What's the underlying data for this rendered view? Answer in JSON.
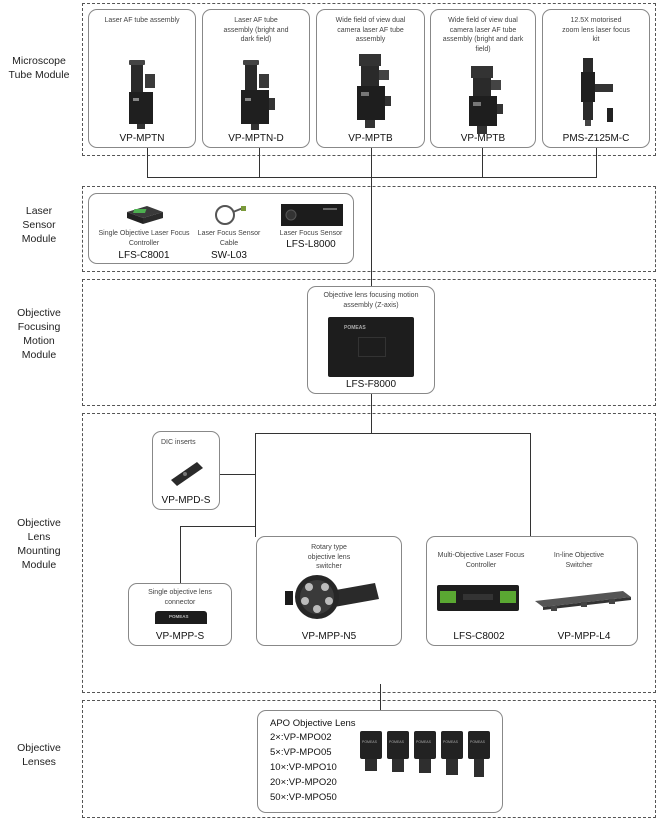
{
  "modules": [
    {
      "id": "tube",
      "label": "Microscope Tube Module"
    },
    {
      "id": "laser",
      "label": "Laser Sensor Module"
    },
    {
      "id": "focus",
      "label": "Objective Focusing Motion Module"
    },
    {
      "id": "mount",
      "label": "Objective Lens Mounting Module"
    },
    {
      "id": "lenses",
      "label": "Objective Lenses"
    }
  ],
  "tube_cards": [
    {
      "desc": "Laser AF tube assembly",
      "model": "VP-MPTN"
    },
    {
      "desc": "Laser AF tube assembly (bright and dark field)",
      "model": "VP-MPTN-D"
    },
    {
      "desc": "Wide field of view dual camera laser AF tube assembly",
      "model": "VP-MPTB"
    },
    {
      "desc": "Wide field of view dual camera laser AF tube assembly (bright and dark field)",
      "model": "VP-MPTB"
    },
    {
      "desc": "12.5X motorised zoom lens laser focus kit",
      "model": "PMS-Z125M-C"
    }
  ],
  "laser_items": [
    {
      "desc": "Single Objective Laser Focus Controller",
      "model": "LFS-C8001"
    },
    {
      "desc": "Laser Focus Sensor Cable",
      "model": "SW-L03"
    },
    {
      "desc": "Laser Focus Sensor",
      "model": "LFS-L8000"
    }
  ],
  "focus_card": {
    "desc": "Objective lens focusing motion assembly (Z-axis)",
    "model": "LFS-F8000",
    "brand": "POMEAS"
  },
  "dic_card": {
    "desc": "DIC inserts",
    "model": "VP-MPD-S"
  },
  "single_card": {
    "desc": "Single objective lens connector",
    "model": "VP-MPP-S",
    "brand": "POMEAS"
  },
  "rotary_card": {
    "desc": "Rotary type objective lens switcher",
    "model": "VP-MPP-N5"
  },
  "multi_card": {
    "items": [
      {
        "desc": "Multi-Objective Laser Focus Controller",
        "model": "LFS-C8002"
      },
      {
        "desc": "In-line Objective Switcher",
        "model": "VP-MPP-L4"
      }
    ]
  },
  "lens_card": {
    "title": "APO Objective Lens",
    "items": [
      "2×:VP-MPO02",
      "5×:VP-MPO05",
      "10×:VP-MPO10",
      "20×:VP-MPO20",
      "50×:VP-MPO50"
    ],
    "brand": "POMEAS"
  }
}
